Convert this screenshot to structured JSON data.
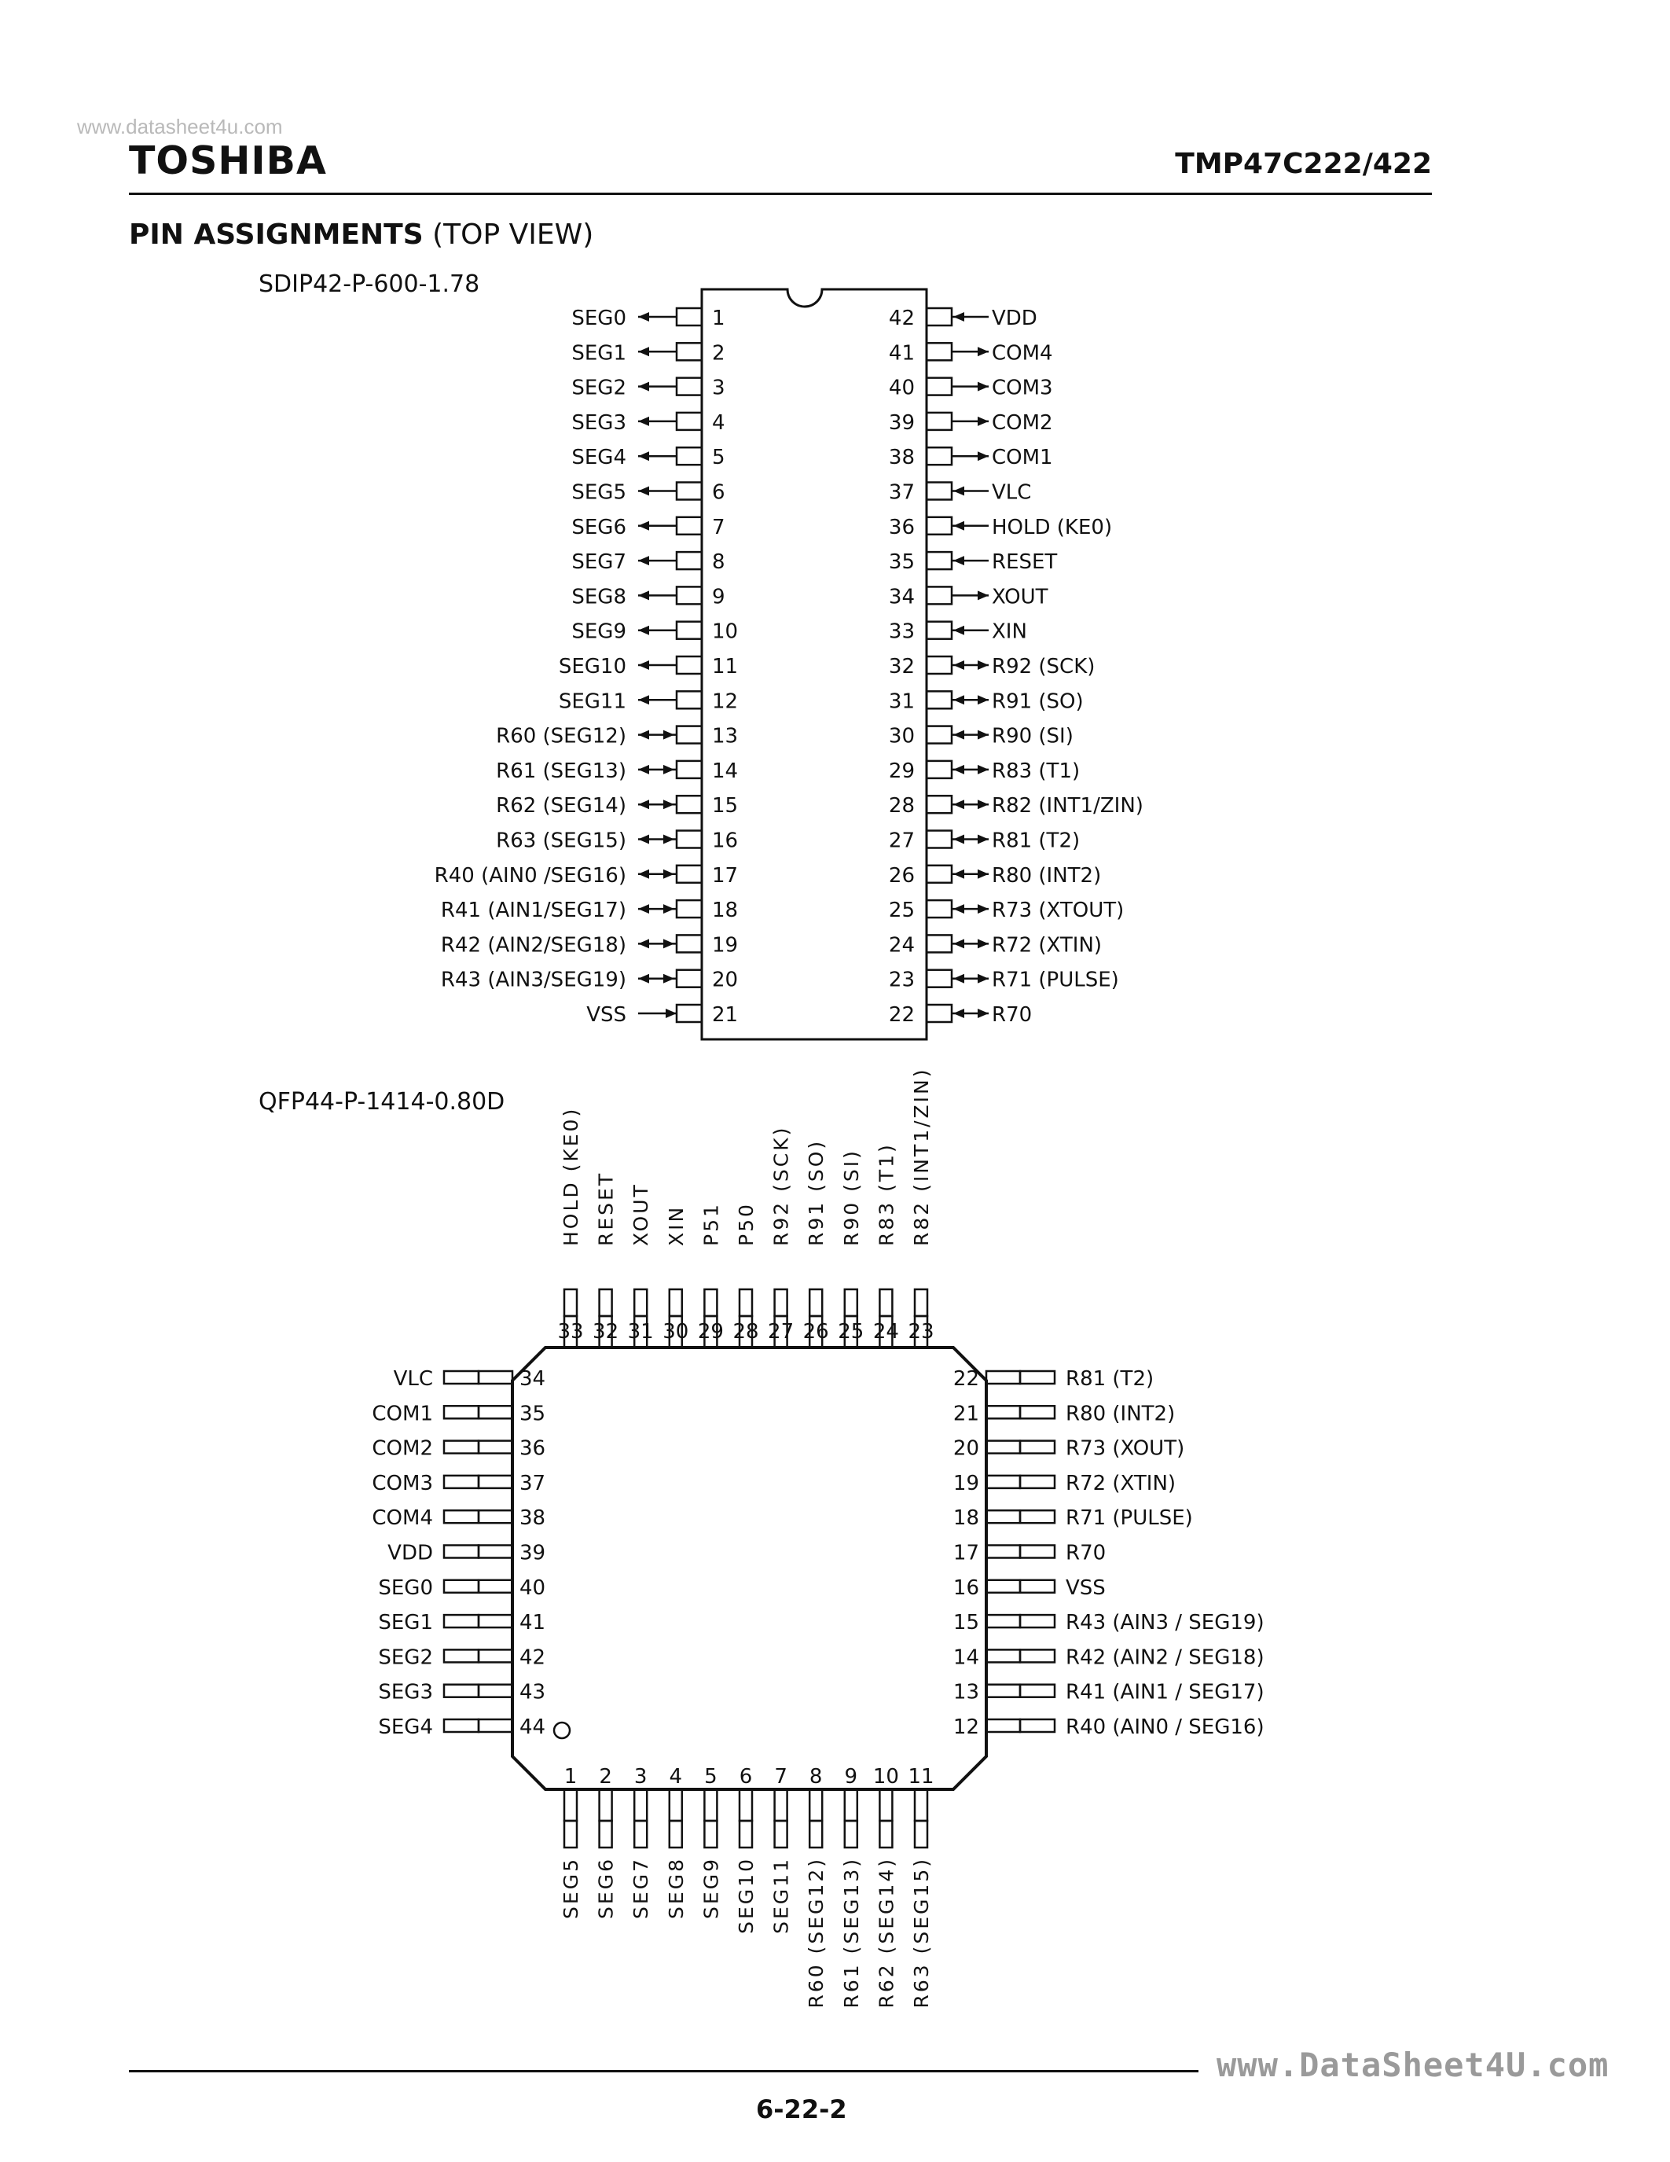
{
  "header": {
    "watermark": "www.datasheet4u.com",
    "brand": "TOSHIBA",
    "part_number": "TMP47C222/422"
  },
  "section": {
    "title_bold": "PIN ASSIGNMENTS",
    "title_rest": " (TOP VIEW)"
  },
  "sdip": {
    "package": "SDIP42-P-600-1.78",
    "left_pins": [
      {
        "num": "1",
        "label": "SEG0",
        "dir": "out"
      },
      {
        "num": "2",
        "label": "SEG1",
        "dir": "out"
      },
      {
        "num": "3",
        "label": "SEG2",
        "dir": "out"
      },
      {
        "num": "4",
        "label": "SEG3",
        "dir": "out"
      },
      {
        "num": "5",
        "label": "SEG4",
        "dir": "out"
      },
      {
        "num": "6",
        "label": "SEG5",
        "dir": "out"
      },
      {
        "num": "7",
        "label": "SEG6",
        "dir": "out"
      },
      {
        "num": "8",
        "label": "SEG7",
        "dir": "out"
      },
      {
        "num": "9",
        "label": "SEG8",
        "dir": "out"
      },
      {
        "num": "10",
        "label": "SEG9",
        "dir": "out"
      },
      {
        "num": "11",
        "label": "SEG10",
        "dir": "out"
      },
      {
        "num": "12",
        "label": "SEG11",
        "dir": "out"
      },
      {
        "num": "13",
        "label": "R60 (SEG12)",
        "dir": "bi"
      },
      {
        "num": "14",
        "label": "R61 (SEG13)",
        "dir": "bi"
      },
      {
        "num": "15",
        "label": "R62 (SEG14)",
        "dir": "bi"
      },
      {
        "num": "16",
        "label": "R63 (SEG15)",
        "dir": "bi"
      },
      {
        "num": "17",
        "label": "R40 (AIN0 /SEG16)",
        "dir": "bi"
      },
      {
        "num": "18",
        "label": "R41 (AIN1/SEG17)",
        "dir": "bi"
      },
      {
        "num": "19",
        "label": "R42 (AIN2/SEG18)",
        "dir": "bi"
      },
      {
        "num": "20",
        "label": "R43 (AIN3/SEG19)",
        "dir": "bi"
      },
      {
        "num": "21",
        "label": "VSS",
        "dir": "in"
      }
    ],
    "right_pins": [
      {
        "num": "42",
        "label": "VDD",
        "dir": "in"
      },
      {
        "num": "41",
        "label": "COM4",
        "dir": "out"
      },
      {
        "num": "40",
        "label": "COM3",
        "dir": "out"
      },
      {
        "num": "39",
        "label": "COM2",
        "dir": "out"
      },
      {
        "num": "38",
        "label": "COM1",
        "dir": "out"
      },
      {
        "num": "37",
        "label": "VLC",
        "dir": "in"
      },
      {
        "num": "36",
        "label": "HOLD (KE0)",
        "dir": "in"
      },
      {
        "num": "35",
        "label": "RESET",
        "dir": "in"
      },
      {
        "num": "34",
        "label": "XOUT",
        "dir": "out"
      },
      {
        "num": "33",
        "label": "XIN",
        "dir": "in"
      },
      {
        "num": "32",
        "label": "R92 (SCK)",
        "dir": "bi"
      },
      {
        "num": "31",
        "label": "R91 (SO)",
        "dir": "bi"
      },
      {
        "num": "30",
        "label": "R90 (SI)",
        "dir": "bi"
      },
      {
        "num": "29",
        "label": "R83 (T1)",
        "dir": "bi"
      },
      {
        "num": "28",
        "label": "R82 (INT1/ZIN)",
        "dir": "bi"
      },
      {
        "num": "27",
        "label": "R81 (T2)",
        "dir": "bi"
      },
      {
        "num": "26",
        "label": "R80 (INT2)",
        "dir": "bi"
      },
      {
        "num": "25",
        "label": "R73 (XTOUT)",
        "dir": "bi"
      },
      {
        "num": "24",
        "label": "R72 (XTIN)",
        "dir": "bi"
      },
      {
        "num": "23",
        "label": "R71 (PULSE)",
        "dir": "bi"
      },
      {
        "num": "22",
        "label": "R70",
        "dir": "bi"
      }
    ]
  },
  "qfp": {
    "package": "QFP44-P-1414-0.80D",
    "top_pins": [
      {
        "num": "33",
        "label": "HOLD (KE0)"
      },
      {
        "num": "32",
        "label": "RESET"
      },
      {
        "num": "31",
        "label": "XOUT"
      },
      {
        "num": "30",
        "label": "XIN"
      },
      {
        "num": "29",
        "label": "P51"
      },
      {
        "num": "28",
        "label": "P50"
      },
      {
        "num": "27",
        "label": "R92 (SCK)"
      },
      {
        "num": "26",
        "label": "R91 (SO)"
      },
      {
        "num": "25",
        "label": "R90 (SI)"
      },
      {
        "num": "24",
        "label": "R83 (T1)"
      },
      {
        "num": "23",
        "label": "R82 (INT1/ZIN)"
      }
    ],
    "left_pins": [
      {
        "num": "34",
        "label": "VLC"
      },
      {
        "num": "35",
        "label": "COM1"
      },
      {
        "num": "36",
        "label": "COM2"
      },
      {
        "num": "37",
        "label": "COM3"
      },
      {
        "num": "38",
        "label": "COM4"
      },
      {
        "num": "39",
        "label": "VDD"
      },
      {
        "num": "40",
        "label": "SEG0"
      },
      {
        "num": "41",
        "label": "SEG1"
      },
      {
        "num": "42",
        "label": "SEG2"
      },
      {
        "num": "43",
        "label": "SEG3"
      },
      {
        "num": "44",
        "label": "SEG4"
      }
    ],
    "right_pins": [
      {
        "num": "22",
        "label": "R81 (T2)"
      },
      {
        "num": "21",
        "label": "R80 (INT2)"
      },
      {
        "num": "20",
        "label": "R73 (XOUT)"
      },
      {
        "num": "19",
        "label": "R72 (XTIN)"
      },
      {
        "num": "18",
        "label": "R71 (PULSE)"
      },
      {
        "num": "17",
        "label": "R70"
      },
      {
        "num": "16",
        "label": "VSS"
      },
      {
        "num": "15",
        "label": "R43 (AIN3 / SEG19)"
      },
      {
        "num": "14",
        "label": "R42 (AIN2 / SEG18)"
      },
      {
        "num": "13",
        "label": "R41 (AIN1 / SEG17)"
      },
      {
        "num": "12",
        "label": "R40 (AIN0 / SEG16)"
      }
    ],
    "bottom_pins": [
      {
        "num": "1",
        "label": "SEG5"
      },
      {
        "num": "2",
        "label": "SEG6"
      },
      {
        "num": "3",
        "label": "SEG7"
      },
      {
        "num": "4",
        "label": "SEG8"
      },
      {
        "num": "5",
        "label": "SEG9"
      },
      {
        "num": "6",
        "label": "SEG10"
      },
      {
        "num": "7",
        "label": "SEG11"
      },
      {
        "num": "8",
        "label": "R60 (SEG12)"
      },
      {
        "num": "9",
        "label": "R61 (SEG13)"
      },
      {
        "num": "10",
        "label": "R62 (SEG14)"
      },
      {
        "num": "11",
        "label": "R63 (SEG15)"
      }
    ]
  },
  "footer": {
    "watermark": "www.DataSheet4U.com",
    "page_number": "6-22-2"
  }
}
